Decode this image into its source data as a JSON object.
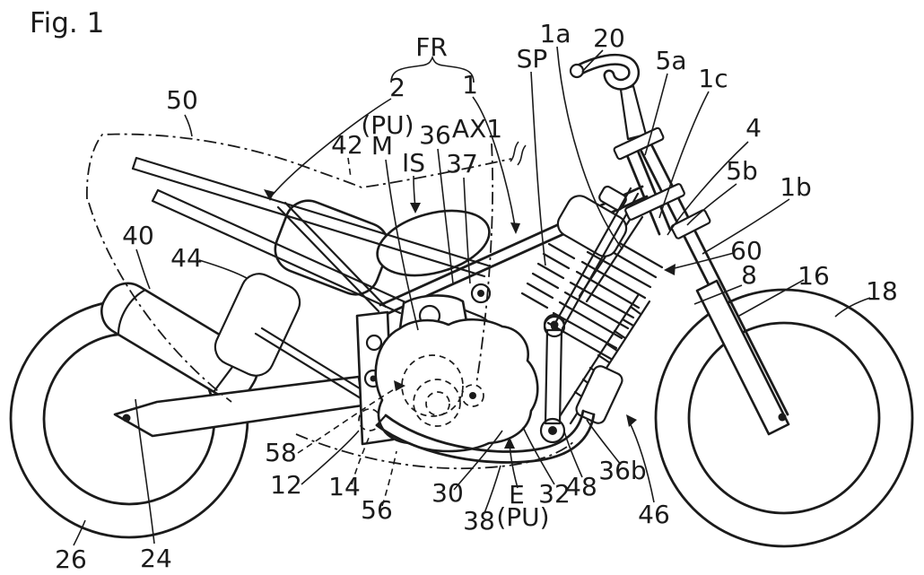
{
  "figure": {
    "caption": "Fig. 1"
  },
  "colors": {
    "line": "#1b1b1b",
    "background": "#ffffff"
  },
  "labels": {
    "50": "50",
    "fr": "FR",
    "2": "2",
    "1": "1",
    "sp": "SP",
    "1a": "1a",
    "20": "20",
    "5a": "5a",
    "1c": "1c",
    "4": "4",
    "5b": "5b",
    "1b": "1b",
    "60": "60",
    "8": "8",
    "16": "16",
    "18": "18",
    "42": "42",
    "pu_upper": "(PU)",
    "m": "M",
    "is": "IS",
    "36": "36",
    "37": "37",
    "ax1": "AX1",
    "40": "40",
    "44": "44",
    "58": "58",
    "12": "12",
    "14": "14",
    "56": "56",
    "30": "30",
    "38": "38",
    "e": "E",
    "pu_lower": "(PU)",
    "32": "32",
    "48": "48",
    "36b": "36b",
    "46": "46",
    "26": "26",
    "24": "24"
  }
}
